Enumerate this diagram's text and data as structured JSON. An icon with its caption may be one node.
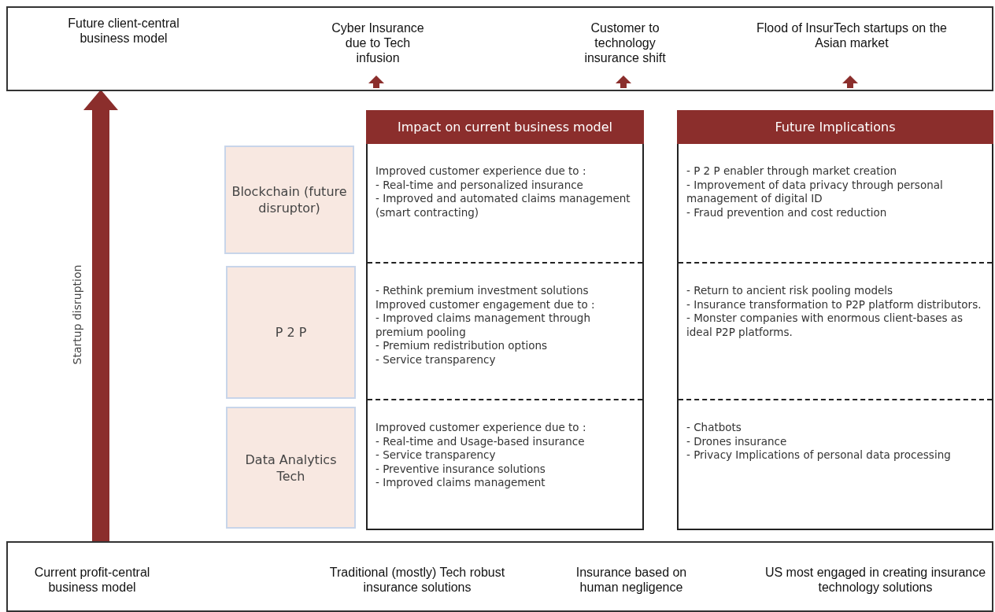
{
  "diagram": {
    "nodes": [
      {
        "text": [],
        "shape": "box"
      },
      {
        "text": [
          "Future client-central business model"
        ],
        "in": 0
      },
      {
        "text": [
          "Cyber Insurance due to Tech infusion"
        ],
        "in": 0
      },
      {
        "text": [
          "Customer to technology insurance shift"
        ],
        "in": 0
      },
      {
        "text": [
          "Flood of InsurTech startups on the Asian market"
        ],
        "in": 0
      },
      {
        "text": [],
        "shape": "box"
      },
      {
        "text": [
          "Current profit-central business model"
        ],
        "in": 5
      },
      {
        "text": [
          "Traditional (mostly) Tech robust insurance solutions"
        ],
        "in": 5
      },
      {
        "text": [
          "Insurance based on human negligence"
        ],
        "in": 5
      },
      {
        "text": [
          "US most engaged in creating insurance technology solutions"
        ],
        "in": 5
      },
      {
        "text": [
          "Blockchain (future disruptor)"
        ]
      },
      {
        "text": [
          "P 2 P"
        ]
      },
      {
        "text": [
          "Data Analytics Tech"
        ]
      },
      {
        "text": [
          "Impact on current business model"
        ]
      },
      {
        "text": [
          "Improved customer experience due to :",
          "- Real-time and personalized insurance",
          "- Improved and automated claims management (smart contracting)"
        ],
        "in": 13
      },
      {
        "text": [
          "- Rethink premium investment solutions",
          "Improved customer engagement due to :",
          "- Improved claims management through premium pooling",
          "- Premium redistribution options",
          "- Service transparency"
        ],
        "in": 13
      },
      {
        "text": [
          "Improved customer experience due to :",
          "- Real-time and Usage-based insurance",
          "- Service transparency",
          "- Preventive insurance solutions",
          "- Improved claims management"
        ],
        "in": 13
      },
      {
        "text": [
          "Future Implications"
        ]
      },
      {
        "text": [
          "- P 2 P enabler through market creation",
          "- Improvement of data privacy through personal management of digital ID",
          "- Fraud prevention and cost reduction"
        ],
        "in": 17
      },
      {
        "text": [
          "- Return to ancient risk pooling models",
          "- Insurance transformation to P2P platform distributors.",
          "- Monster companies with enormous client-bases as ideal P2P platforms."
        ],
        "in": 17
      },
      {
        "text": [
          "- Chatbots",
          "- Drones insurance",
          "- Privacy Implications of personal data processing"
        ],
        "in": 17
      }
    ],
    "edges": [
      {
        "from": 6,
        "to": 1,
        "arrow": "to",
        "label": "Startup disruption",
        "style": "thick"
      },
      {
        "from": null,
        "to": 2,
        "arrow": "to"
      },
      {
        "from": null,
        "to": 3,
        "arrow": "to"
      },
      {
        "from": null,
        "to": 4,
        "arrow": "to"
      }
    ]
  }
}
